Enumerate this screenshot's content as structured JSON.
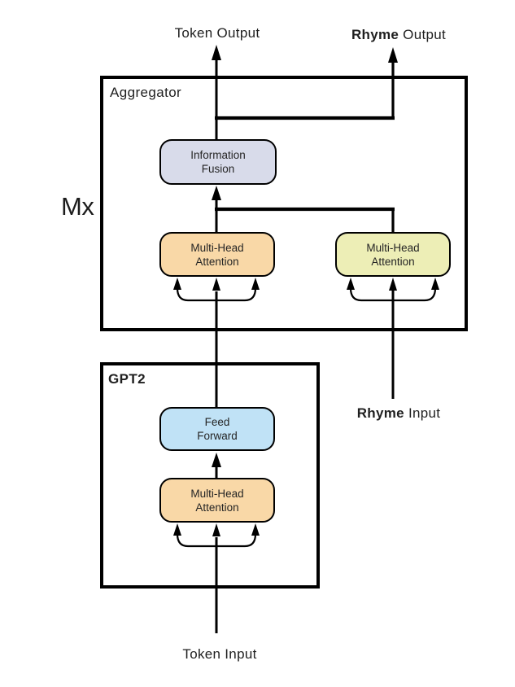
{
  "containers": {
    "aggregator": {
      "label": "Aggregator"
    },
    "gpt2": {
      "label": "GPT2"
    }
  },
  "blocks": {
    "information_fusion": {
      "line1": "Information",
      "line2": "Fusion",
      "fill": "#d8dbea"
    },
    "aggregator_mha_token": {
      "line1": "Multi-Head",
      "line2": "Attention",
      "fill": "#f9d8a7"
    },
    "aggregator_mha_rhyme": {
      "line1": "Multi-Head",
      "line2": "Attention",
      "fill": "#edeeb6"
    },
    "feed_forward": {
      "line1": "Feed",
      "line2": "Forward",
      "fill": "#c0e2f6"
    },
    "gpt2_mha": {
      "line1": "Multi-Head",
      "line2": "Attention",
      "fill": "#f9d8a7"
    }
  },
  "io_labels": {
    "token_output": "Token Output",
    "rhyme_output_bold": "Rhyme",
    "rhyme_output_rest": " Output",
    "rhyme_input_bold": "Rhyme",
    "rhyme_input_rest": " Input",
    "token_input": "Token Input",
    "multiplier": "Mx"
  },
  "colors": {
    "line": "#000000",
    "border": "#000000",
    "background": "#ffffff",
    "text": "#1f1f1f"
  }
}
